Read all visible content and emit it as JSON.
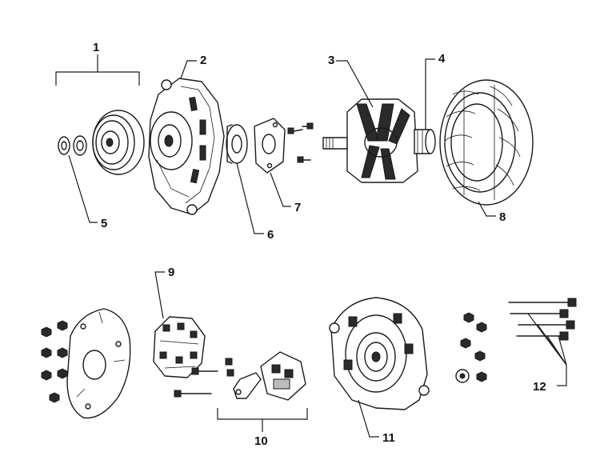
{
  "callouts": [
    "1",
    "2",
    "3",
    "4",
    "5",
    "6",
    "7",
    "8",
    "9",
    "10",
    "11",
    "12"
  ],
  "colors": {
    "ink": "#1a1a1a",
    "background": "#ffffff",
    "shade": "#bdbdbd"
  }
}
